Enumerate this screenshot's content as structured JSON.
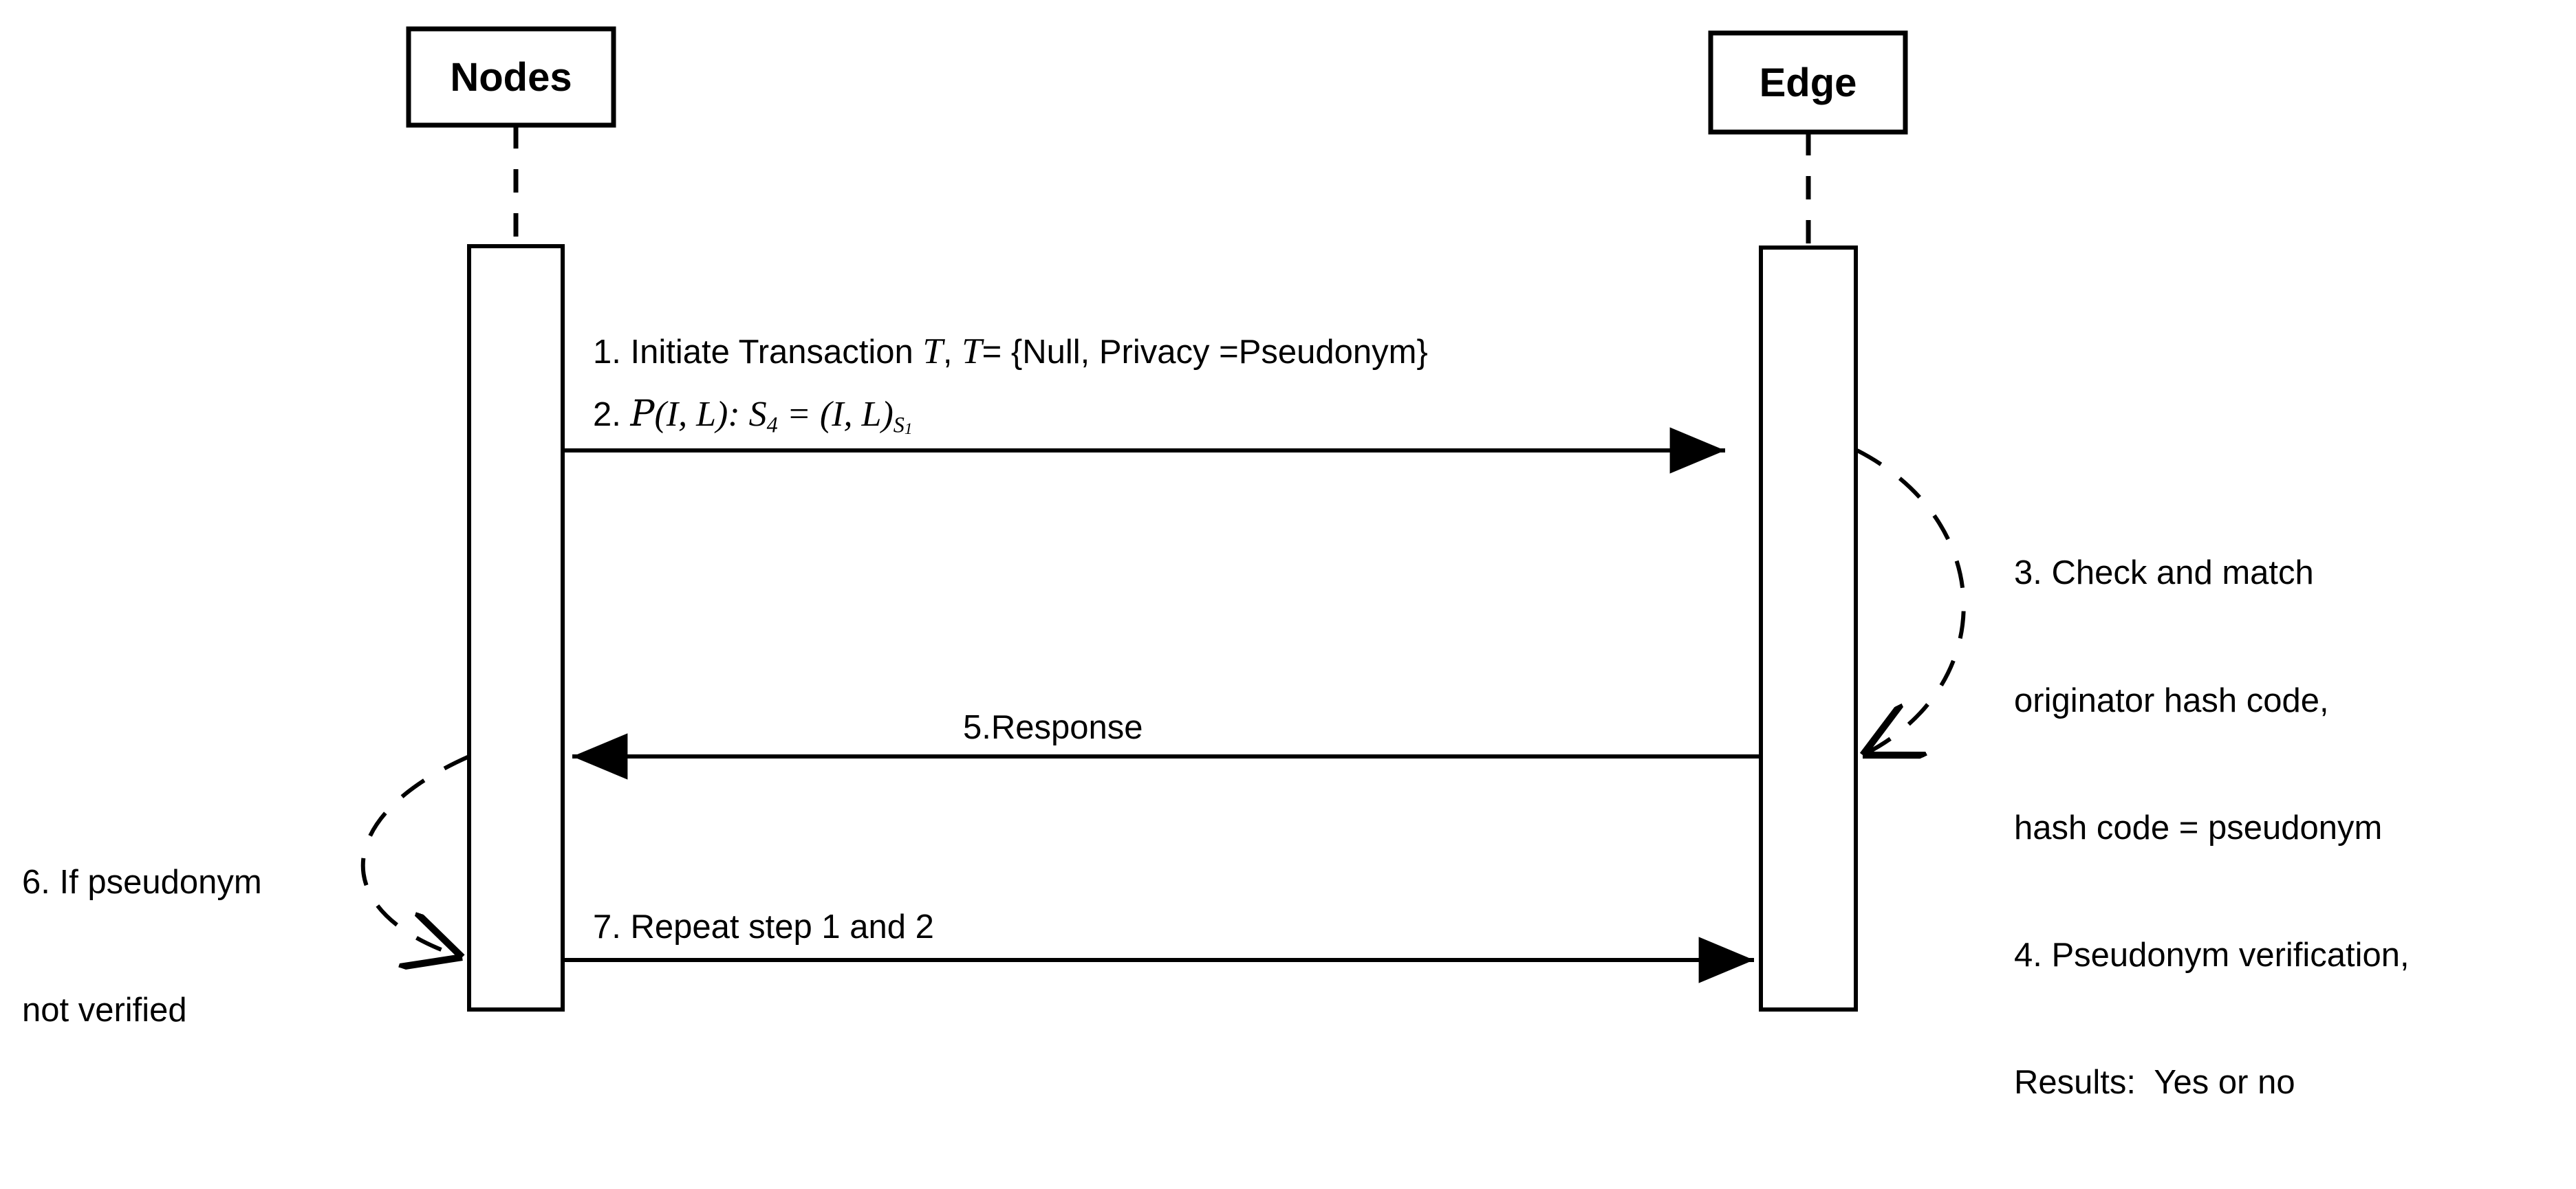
{
  "diagram": {
    "title": "Pseudonym verification sequence diagram",
    "background_color": "#ffffff",
    "line_color": "#000000",
    "actors": [
      {
        "id": "nodes",
        "label": "Nodes"
      },
      {
        "id": "edge",
        "label": "Edge"
      }
    ],
    "messages": {
      "step1": "1. Initiate Transaction ",
      "step1_t1": "T",
      "step1_mid": ", ",
      "step1_t2": "T",
      "step1_tail": "= {Null, Privacy =Pseudonym}",
      "step2_num": "2. ",
      "step2_p": "P",
      "step2_args": "(I, L): S",
      "step2_sub4": "4",
      "step2_eq": " = (I, L)",
      "step2_subS": "S",
      "step2_sub1": "1",
      "step5": "5.Response",
      "step7": "7. Repeat step 1 and 2"
    },
    "notes": {
      "edge_note_line1": "3. Check and match",
      "edge_note_line2": "originator hash code,",
      "edge_note_line3": "hash code = pseudonym",
      "edge_note_line4": "4. Pseudonym verification,",
      "edge_note_line5": "Results:  Yes or no",
      "nodes_note_line1": "6. If pseudonym",
      "nodes_note_line2": "not verified"
    }
  }
}
